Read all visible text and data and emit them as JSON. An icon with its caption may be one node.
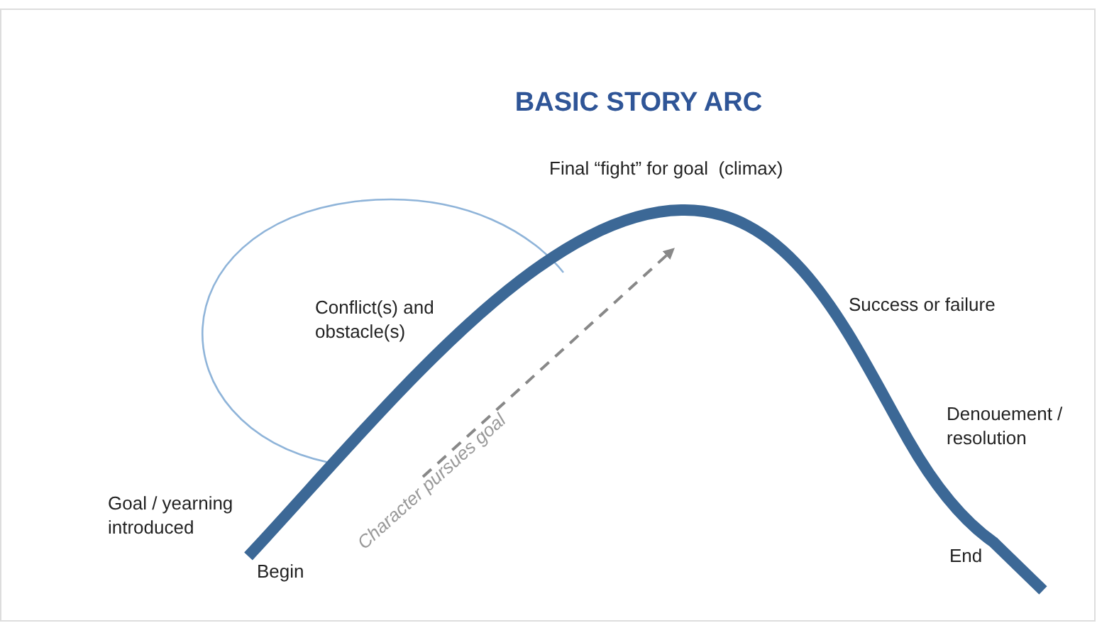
{
  "diagram": {
    "title": "BASIC STORY ARC",
    "labels": [
      "Final “fight” for goal  (climax)",
      "Conflict(s) and obstacle(s)",
      "Success or failure",
      "Denouement / resolution",
      "Goal / yearning introduced",
      "Character pursues goal",
      "Begin",
      "End"
    ]
  }
}
